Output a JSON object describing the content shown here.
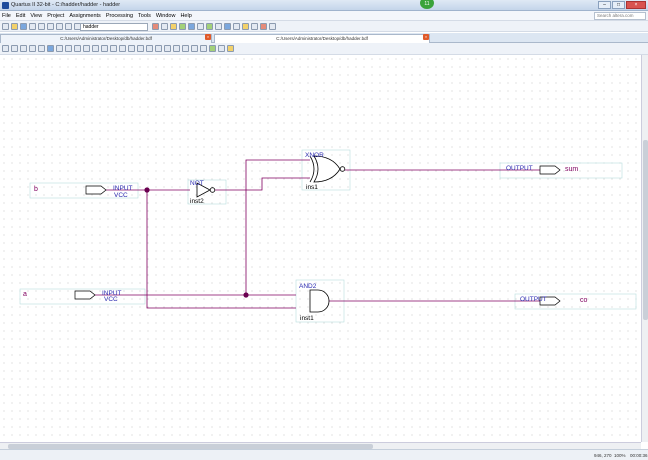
{
  "window": {
    "title": "Quartus II 32-bit - C:/hadder/hadder - hadder",
    "badge": "11"
  },
  "menu": [
    "File",
    "Edit",
    "View",
    "Project",
    "Assignments",
    "Processing",
    "Tools",
    "Window",
    "Help"
  ],
  "search": {
    "placeholder": "Search altera.com"
  },
  "toolbar": {
    "entity_combo": "hadder"
  },
  "tabs": [
    {
      "label": "C:/Users/Administrator/Desktop/db/hadder.bdf",
      "active": false
    },
    {
      "label": "C:/Users/Administrator/Desktop/db/hadder.bdf",
      "active": true
    }
  ],
  "schematic": {
    "input_b": {
      "label": "INPUT",
      "sub": "VCC",
      "pin": "b"
    },
    "input_a": {
      "label": "INPUT",
      "sub": "VCC",
      "pin": "a"
    },
    "not_gate": {
      "type": "NOT",
      "inst": "inst2"
    },
    "xnor_gate": {
      "type": "XNOR",
      "inst": "ins1"
    },
    "and_gate": {
      "type": "AND2",
      "inst": "inst1"
    },
    "output_sum": {
      "label": "OUTPUT",
      "pin": "sum"
    },
    "output_co": {
      "label": "OUTPUT",
      "pin": "co"
    }
  },
  "status": {
    "coords": "946, 270",
    "zoom": "100%",
    "time": "00:00:36"
  },
  "colors": {
    "wire": "#800060",
    "junction": "#6a0050",
    "symbol": "#2a2ab0",
    "pin_text": "#800060"
  }
}
